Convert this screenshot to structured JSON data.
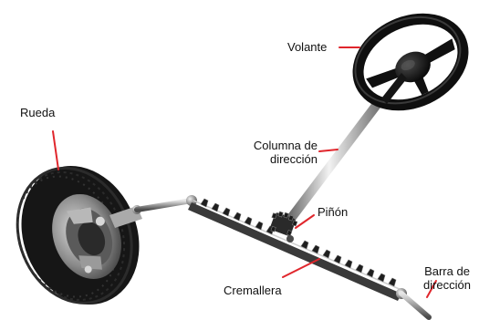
{
  "diagram": {
    "colors": {
      "leader_line": "#e0262c",
      "tire": "#161616",
      "tread": "#2b2b2b",
      "hub": "#8a8a8a",
      "rod": "#9a9a9a",
      "rack": "#2a2a2a",
      "steering_wheel": "#0f0f0f",
      "background": "#ffffff"
    },
    "labels": {
      "volante": "Volante",
      "rueda": "Rueda",
      "columna": "Columna de\ndirección",
      "pinon": "Piñón",
      "cremallera": "Cremallera",
      "barra": "Barra de\ndirección"
    }
  }
}
